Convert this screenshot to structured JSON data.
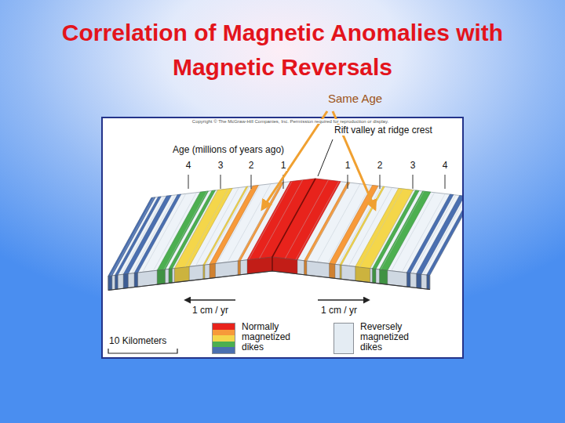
{
  "diagram": {
    "title": "Correlation of Magnetic Anomalies with Magnetic Reversals",
    "labels": [
      "Same Age",
      "Copyright © The McGraw-Hill Companies, Inc. Permission required for reproduction or display.",
      "Rift valley at ridge crest",
      "Age (millions of years ago)",
      "4",
      "3",
      "2",
      "1",
      "1",
      "2",
      "3",
      "4",
      "1 cm / yr",
      "1 cm / yr",
      "10 Kilometers"
    ],
    "legend": [
      {
        "text": "Normally magnetized dikes"
      },
      {
        "text": "Reversely magnetized dikes",
        "color": "#e4ecf3"
      }
    ]
  }
}
